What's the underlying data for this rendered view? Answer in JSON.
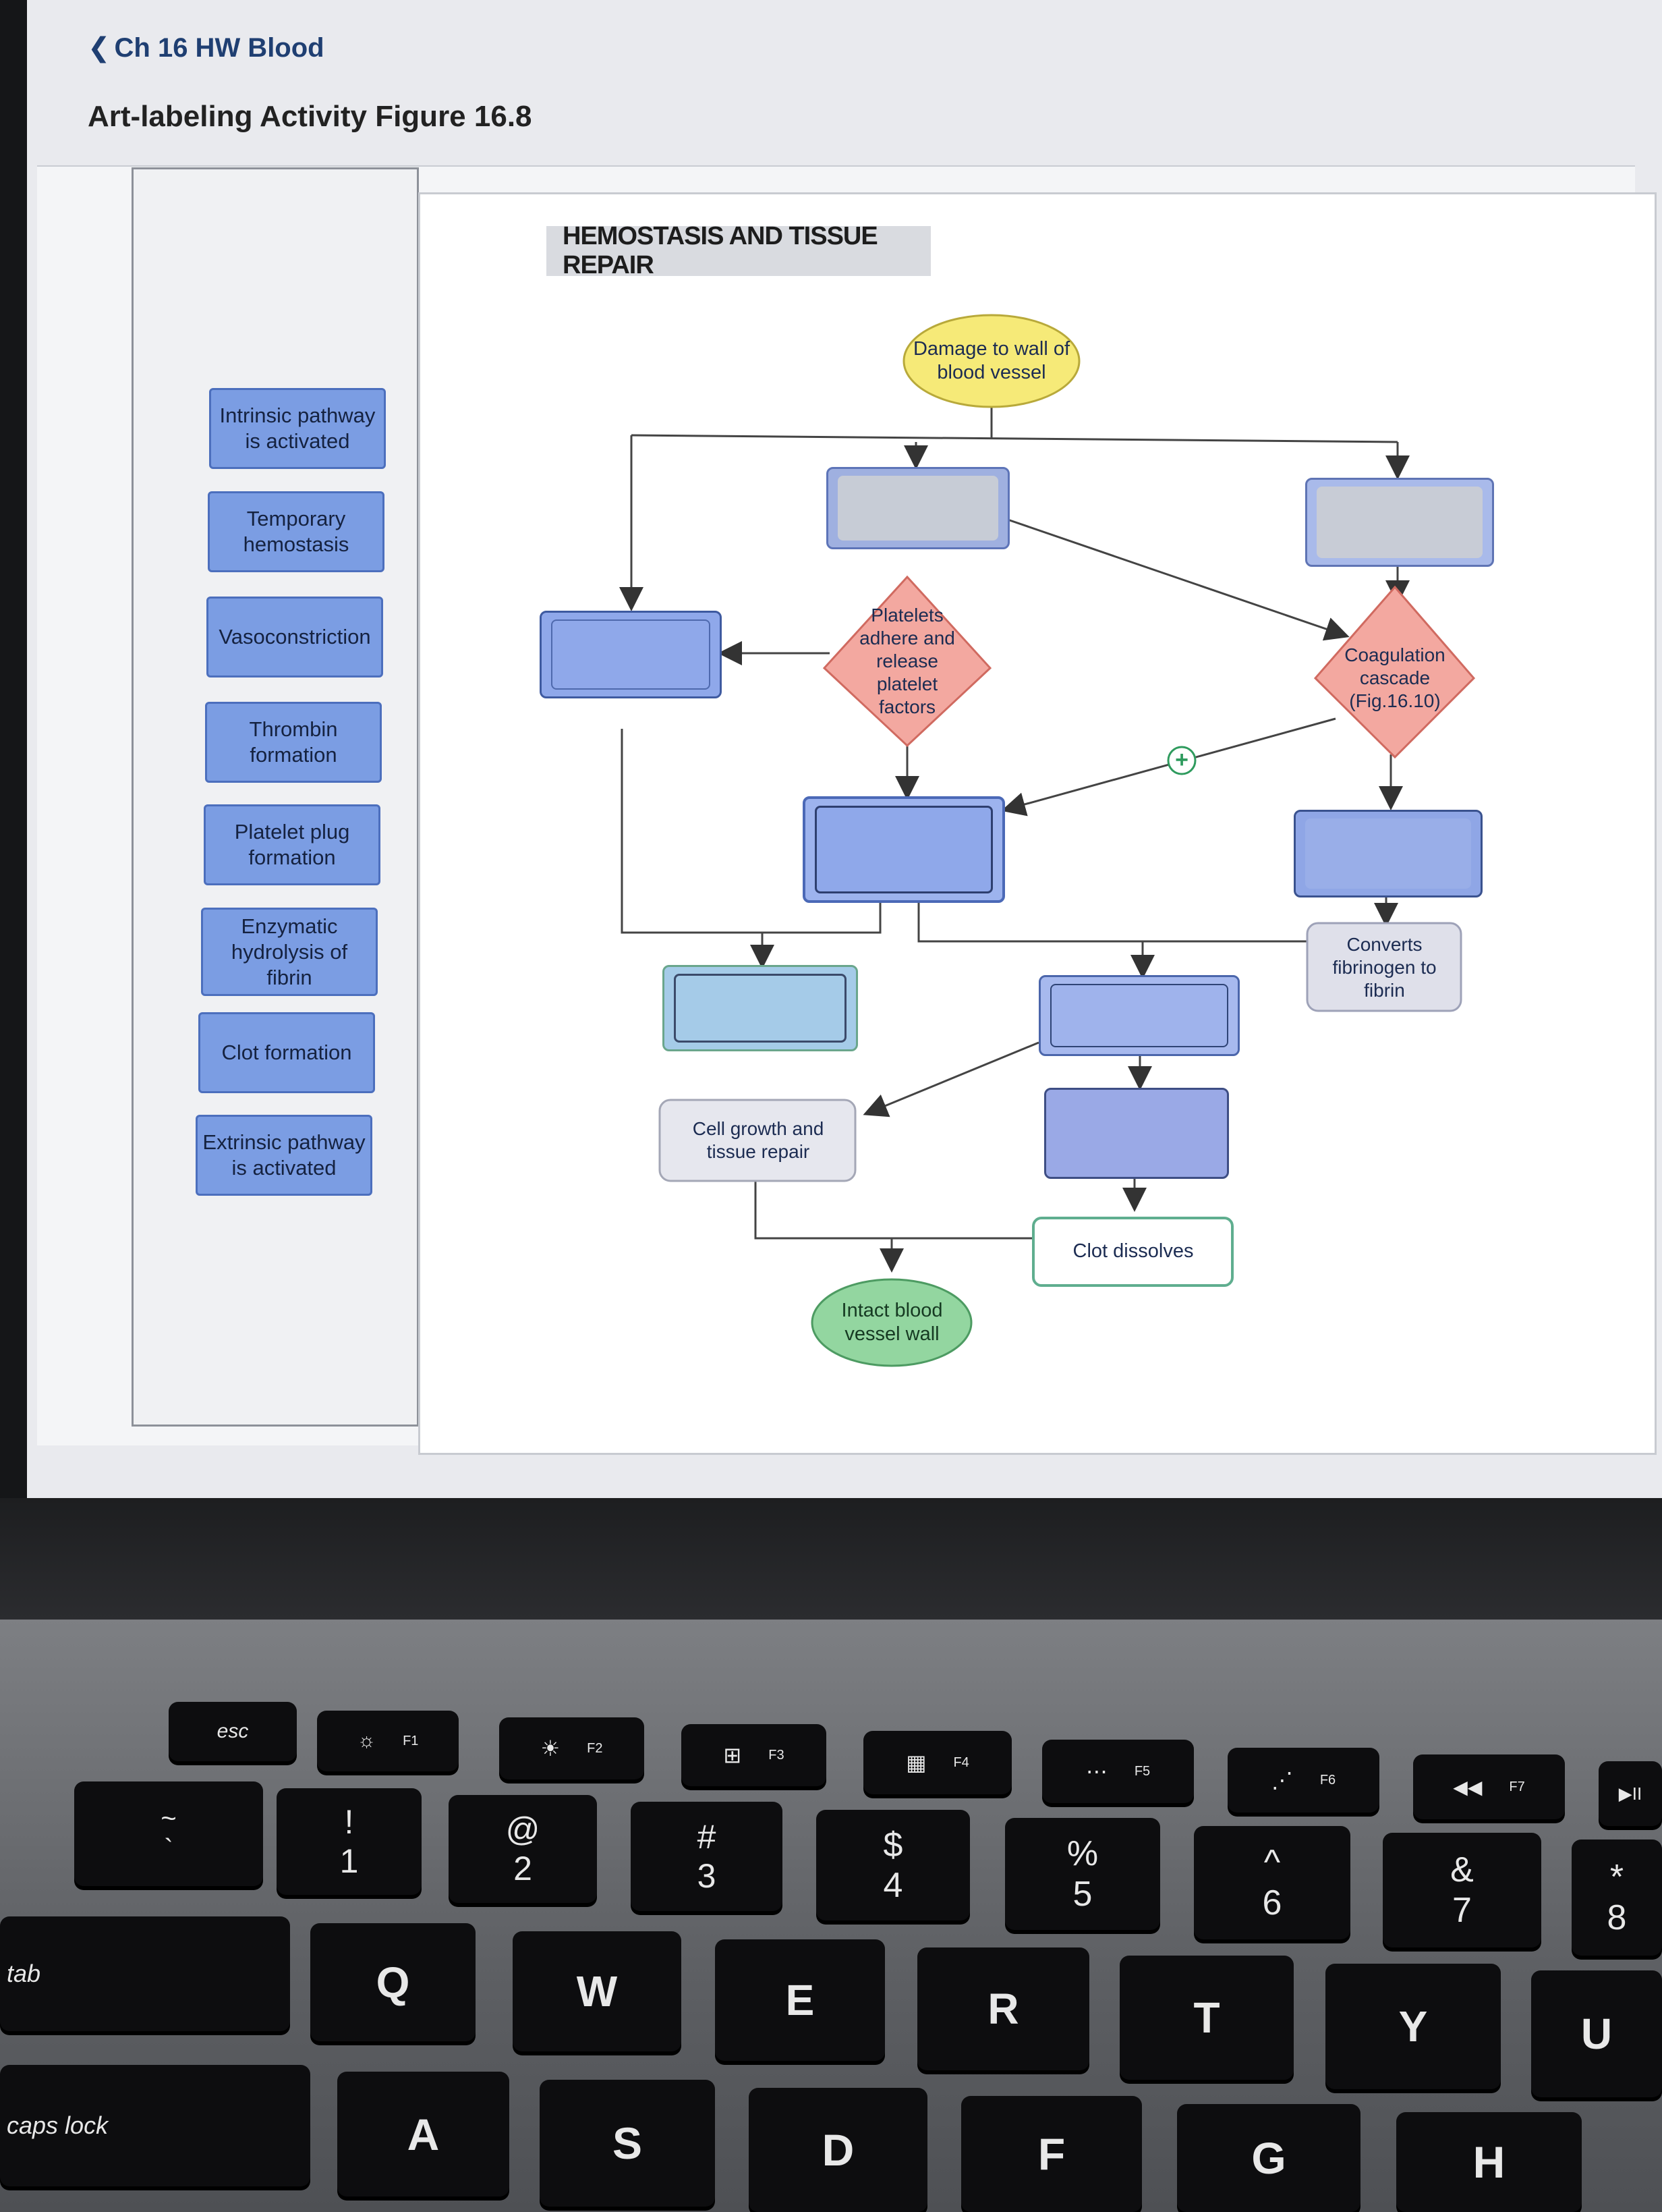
{
  "header": {
    "back_label": "Ch 16 HW Blood",
    "title": "Art-labeling Activity Figure 16.8"
  },
  "label_bank": [
    "Intrinsic pathway is activated",
    "Temporary hemostasis",
    "Vasoconstriction",
    "Thrombin formation",
    "Platelet plug formation",
    "Enzymatic hydrolysis of fibrin",
    "Clot formation",
    "Extrinsic pathway is activated"
  ],
  "figure": {
    "title": "HEMOSTASIS AND TISSUE REPAIR",
    "nodes": {
      "damage": "Damage to wall of blood vessel",
      "platelets": "Platelets adhere and release platelet factors",
      "coag": "Coagulation cascade (Fig.16.10)",
      "converts": "Converts fibrinogen to fibrin",
      "cell_growth": "Cell growth and tissue repair",
      "clot_dissolves": "Clot dissolves",
      "intact": "Intact blood vessel wall",
      "plus_sign": "+"
    }
  },
  "colors": {
    "label_blue": "#7b9de3",
    "damage_yellow": "#f6ea78",
    "diamond_red": "#f3a8a0",
    "intact_green": "#93d6a0"
  },
  "keyboard": {
    "row_fn": [
      {
        "main": "esc",
        "sub": ""
      },
      {
        "main": "☼",
        "sub": "F1"
      },
      {
        "main": "☀",
        "sub": "F2"
      },
      {
        "main": "⊞",
        "sub": "F3"
      },
      {
        "main": "▦",
        "sub": "F4"
      },
      {
        "main": "⋯",
        "sub": "F5"
      },
      {
        "main": "⋰",
        "sub": "F6"
      },
      {
        "main": "◀◀",
        "sub": "F7"
      },
      {
        "main": "▶II",
        "sub": ""
      }
    ],
    "row_num": [
      {
        "top": "~",
        "bottom": "`"
      },
      {
        "top": "!",
        "bottom": "1"
      },
      {
        "top": "@",
        "bottom": "2"
      },
      {
        "top": "#",
        "bottom": "3"
      },
      {
        "top": "$",
        "bottom": "4"
      },
      {
        "top": "%",
        "bottom": "5"
      },
      {
        "top": "^",
        "bottom": "6"
      },
      {
        "top": "&",
        "bottom": "7"
      },
      {
        "top": "*",
        "bottom": "8"
      }
    ],
    "row_q": [
      "tab",
      "Q",
      "W",
      "E",
      "R",
      "T",
      "Y",
      "U"
    ],
    "row_a": [
      "caps lock",
      "A",
      "S",
      "D",
      "F",
      "G",
      "H"
    ]
  }
}
